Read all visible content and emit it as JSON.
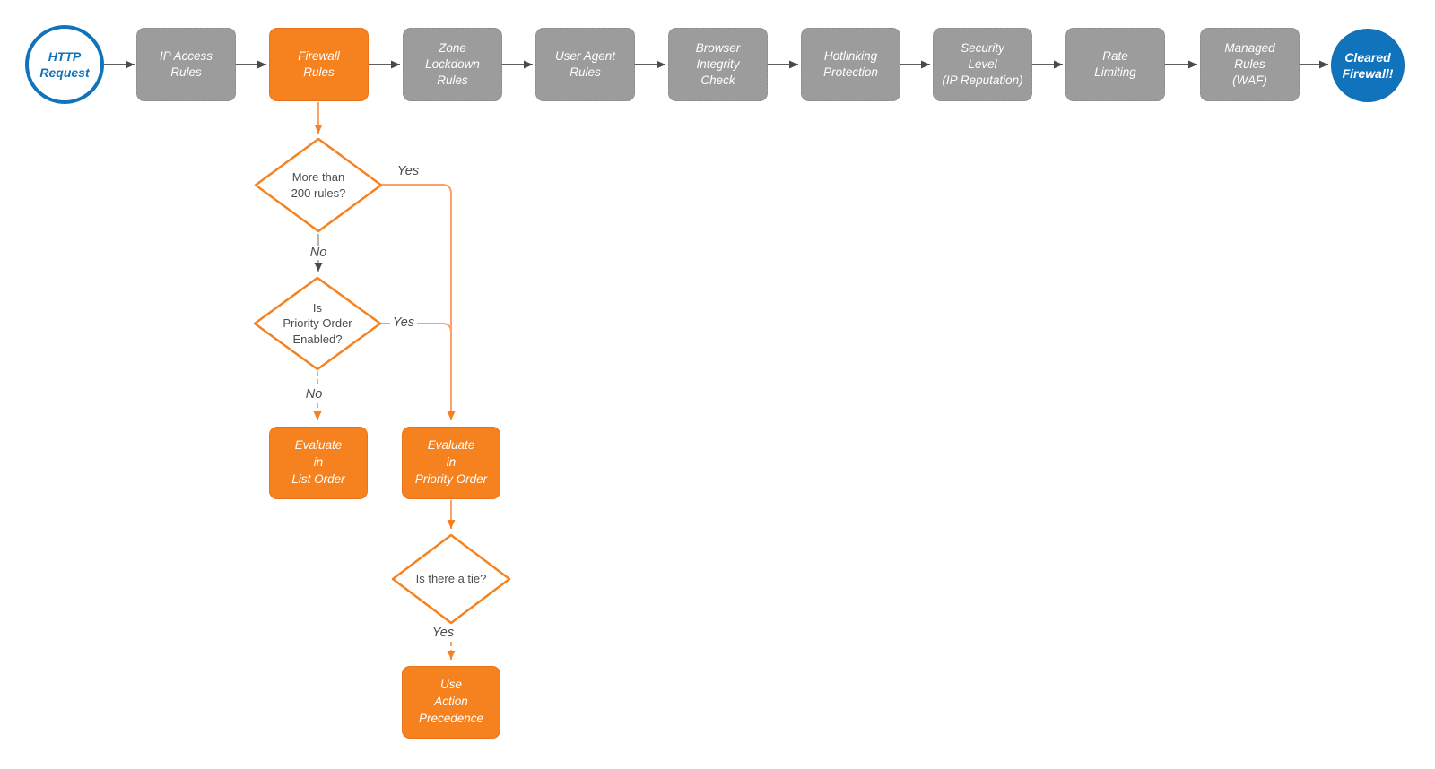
{
  "terminals": {
    "start_label": "HTTP\nRequest",
    "end_label": "Cleared\nFirewall!"
  },
  "pipeline": [
    {
      "label": "IP Access\nRules"
    },
    {
      "label": "Firewall\nRules",
      "highlighted": true
    },
    {
      "label": "Zone\nLockdown\nRules"
    },
    {
      "label": "User Agent\nRules"
    },
    {
      "label": "Browser\nIntegrity\nCheck"
    },
    {
      "label": "Hotlinking\nProtection"
    },
    {
      "label": "Security\nLevel\n(IP Reputation)"
    },
    {
      "label": "Rate\nLimiting"
    },
    {
      "label": "Managed\nRules\n(WAF)"
    }
  ],
  "decisions": {
    "more_than_200": {
      "label": "More than\n200 rules?"
    },
    "priority_enabled": {
      "label": "Is\nPriority Order\nEnabled?"
    },
    "tie": {
      "label": "Is there a tie?"
    }
  },
  "outcomes": {
    "list_order": {
      "label": "Evaluate\nin\nList Order"
    },
    "priority_order": {
      "label": "Evaluate\nin\nPriority Order"
    },
    "action_precedence": {
      "label": "Use\nAction\nPrecedence"
    }
  },
  "edge_labels": {
    "yes1": "Yes",
    "no1": "No",
    "yes2": "Yes",
    "no2": "No",
    "yes3": "Yes"
  },
  "colors": {
    "accent_orange": "#f6821f",
    "orange_border": "#e8731a",
    "orange_line": "#f9a26b",
    "brand_blue": "#1173bb",
    "gray_fill": "#9c9c9c",
    "gray_line": "#5e5e5e",
    "arrowhead_gray": "#4a4a4a",
    "text_dark": "#4d4d4d",
    "background": "#ffffff"
  }
}
